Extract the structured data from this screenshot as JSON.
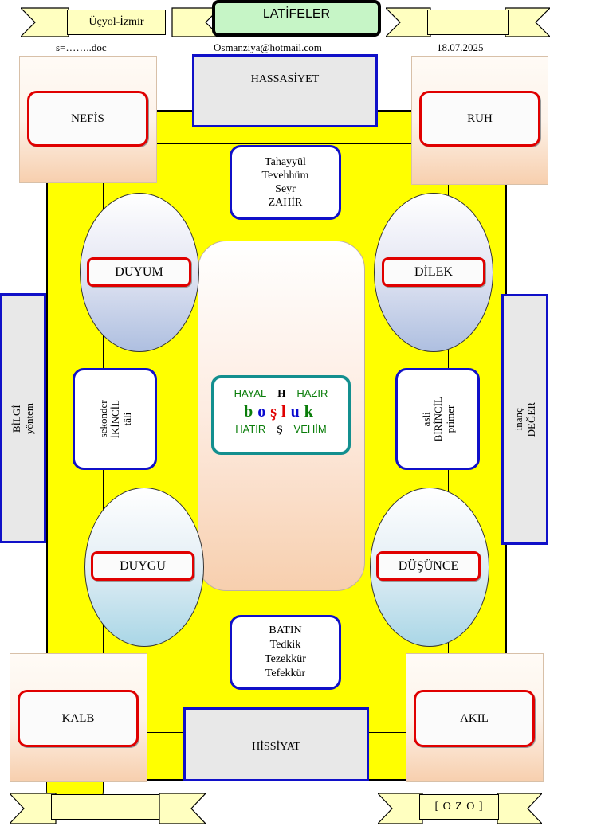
{
  "header": {
    "title": "LATİFELER",
    "location": "Üçyol-İzmir",
    "filename": "s=……..doc",
    "email": "Osmanziya@hotmail.com",
    "date": "18.07.2025",
    "right_box": ""
  },
  "corners": {
    "top_left": "NEFİS",
    "top_right": "RUH",
    "bottom_left": "KALB",
    "bottom_right": "AKIL"
  },
  "axis": {
    "top": "HASSASİYET",
    "bottom": "HİSSİYAT",
    "left": [
      "BİLGİ",
      "yöntem"
    ],
    "right": [
      "inanç",
      "DEĞER"
    ]
  },
  "top_card": [
    "Tahayyül",
    "Tevehhüm",
    "Seyr",
    "ZAHİR"
  ],
  "bottom_card": [
    "BATIN",
    "Tedkik",
    "Tezekkür",
    "Tefekkür"
  ],
  "ovals": {
    "top_left": "DUYUM",
    "top_right": "DİLEK",
    "bottom_left": "DUYGU",
    "bottom_right": "DÜŞÜNCE"
  },
  "side_cards": {
    "left": [
      "sekonder",
      "İKİNCİL",
      "tâli"
    ],
    "right": [
      "asli",
      "BİRİNCİL",
      "primer"
    ]
  },
  "center": {
    "row1": {
      "left": "HAYAL",
      "mid": "H",
      "right": "HAZIR"
    },
    "bosluk": [
      {
        "ch": "b",
        "color": "#0a7d0a"
      },
      {
        "ch": "o",
        "color": "#0a0ad0"
      },
      {
        "ch": "ş",
        "color": "#e00000"
      },
      {
        "ch": "l",
        "color": "#e00000"
      },
      {
        "ch": "u",
        "color": "#0a0ad0"
      },
      {
        "ch": "k",
        "color": "#0a7d0a"
      }
    ],
    "row3": {
      "left": "HATIR",
      "mid": "Ş",
      "right": "VEHİM"
    }
  },
  "footer": {
    "left_box": "",
    "right_box": "[ O Z O ]"
  },
  "colors": {
    "main_fill": "#ffff00",
    "blue_border": "#1010c8",
    "red_border": "#e00000",
    "teal_border": "#138f8f",
    "green_text": "#0a7d0a"
  }
}
